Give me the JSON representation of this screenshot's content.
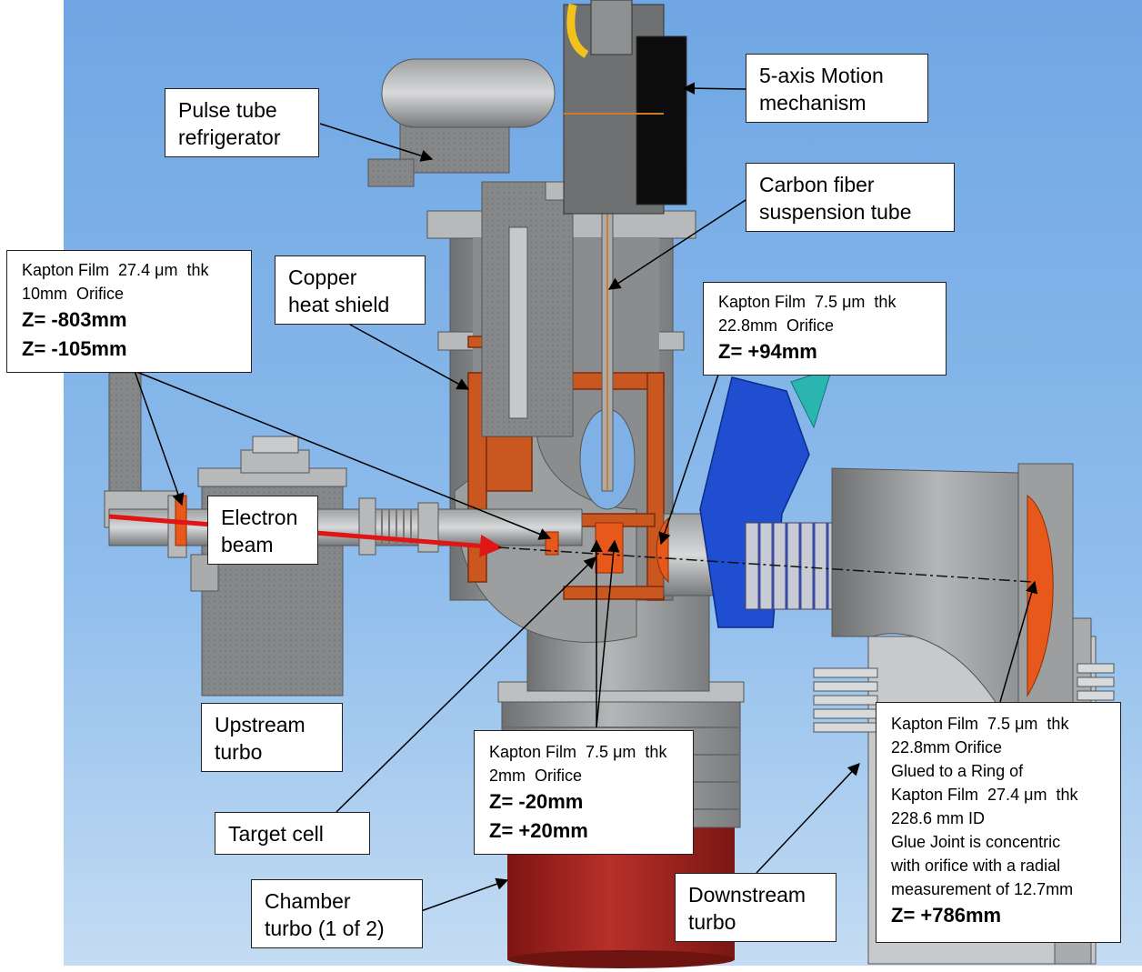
{
  "colors": {
    "background_sky": "#7fb1e6",
    "steel": "#8e9092",
    "copper": "#c9571f",
    "kapton": "#e8581a",
    "beam": "#e01515",
    "blue_flange": "#1f4fd0",
    "turbo_red": "#a8201d"
  },
  "labels": {
    "pulse_tube": "Pulse tube\nrefrigerator",
    "motion": "5-axis Motion\nmechanism",
    "carbon_fiber": "Carbon fiber\nsuspension tube",
    "copper_shield": "Copper\nheat shield",
    "electron_beam": "Electron\nbeam",
    "upstream_turbo": "Upstream\nturbo",
    "target_cell": "Target cell",
    "chamber_turbo": "Chamber\nturbo (1 of 2)",
    "downstream_turbo": "Downstream\nturbo"
  },
  "info_boxes": {
    "upstream_window": {
      "lines": [
        "Kapton Film  27.4 μm  thk",
        "10mm  Orifice"
      ],
      "z_values": [
        "Z= -803mm",
        "Z= -105mm"
      ]
    },
    "exit_window": {
      "lines": [
        "Kapton Film  7.5 μm  thk",
        "22.8mm  Orifice"
      ],
      "z_values": [
        "Z= +94mm"
      ]
    },
    "target_window": {
      "lines": [
        "Kapton Film  7.5 μm  thk",
        "2mm  Orifice"
      ],
      "z_values": [
        "Z= -20mm",
        "Z= +20mm"
      ]
    },
    "downstream_window": {
      "lines": [
        "Kapton Film  7.5 μm  thk",
        "22.8mm Orifice",
        "Glued to a Ring of",
        "Kapton Film  27.4 μm  thk",
        "228.6 mm ID",
        "Glue Joint is concentric",
        "with orifice with a radial",
        "measurement of 12.7mm"
      ],
      "z_values": [
        "Z= +786mm"
      ]
    }
  }
}
